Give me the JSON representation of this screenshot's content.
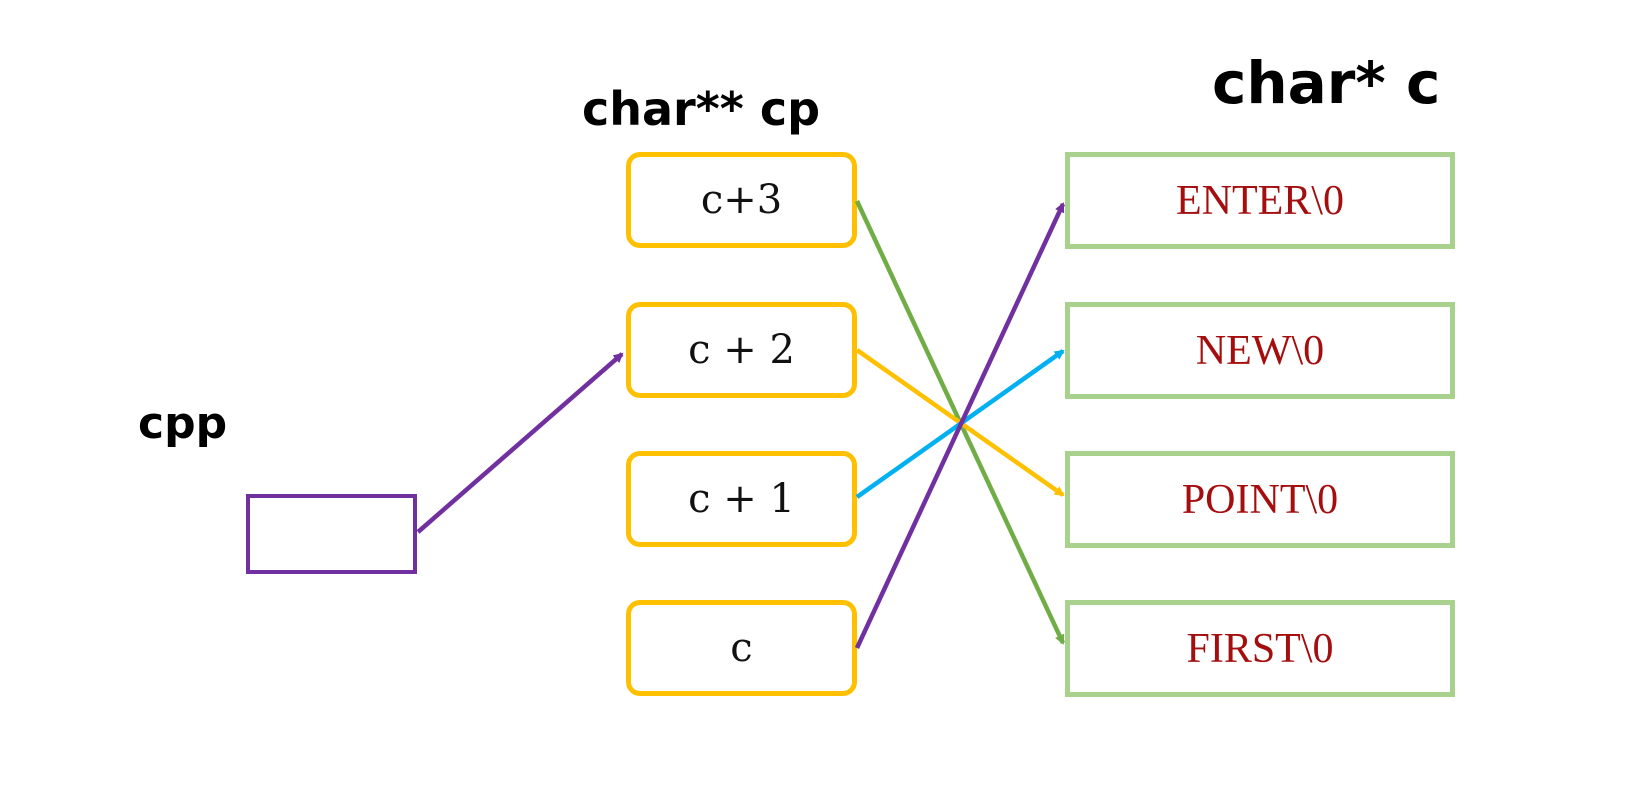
{
  "labels": {
    "cpp": "cpp",
    "cp": "char** cp",
    "c": "char* c"
  },
  "cp_cells": [
    "c+3",
    "c + 2",
    "c + 1",
    "c"
  ],
  "strings": [
    "ENTER\\0",
    "NEW\\0",
    "POINT\\0",
    "FIRST\\0"
  ],
  "colors": {
    "cpp_arrow": "#7030a0",
    "cp_border": "#ffc000",
    "string_border": "#a9d18e",
    "string_text": "#a50e0e",
    "arrow_c3": "#70ad47",
    "arrow_c2": "#ffc000",
    "arrow_c1": "#00b0f0",
    "arrow_c0": "#7030a0"
  }
}
